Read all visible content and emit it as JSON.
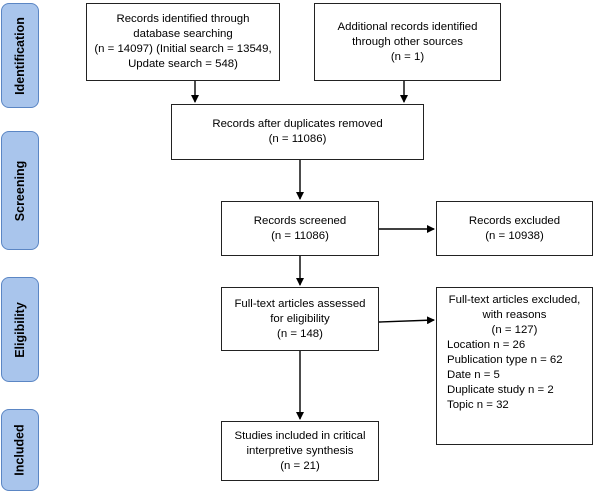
{
  "phases": [
    "Identification",
    "Screening",
    "Eligibility",
    "Included"
  ],
  "boxes": {
    "identified_db": [
      "Records identified through",
      "database searching",
      "(n = 14097) (Initial search = 13549,",
      "Update search = 548)"
    ],
    "identified_other": [
      "Additional records identified",
      "through other sources",
      "(n = 1)"
    ],
    "after_duplicates": [
      "Records after duplicates removed",
      "(n = 11086)"
    ],
    "screened": [
      "Records screened",
      "(n =  11086)"
    ],
    "excluded": [
      "Records excluded",
      "(n = 10938)"
    ],
    "fulltext": [
      "Full-text articles assessed",
      "for eligibility",
      "(n = 148)"
    ],
    "fulltext_excluded": {
      "header": [
        "Full-text articles excluded,",
        "with reasons",
        "(n = 127)"
      ],
      "reasons": [
        "Location n = 26",
        "Publication type n = 62",
        "Date n = 5",
        "Duplicate study n = 2",
        "Topic n = 32"
      ]
    },
    "included": [
      "Studies included in critical",
      "interpretive synthesis",
      "(n = 21)"
    ]
  }
}
